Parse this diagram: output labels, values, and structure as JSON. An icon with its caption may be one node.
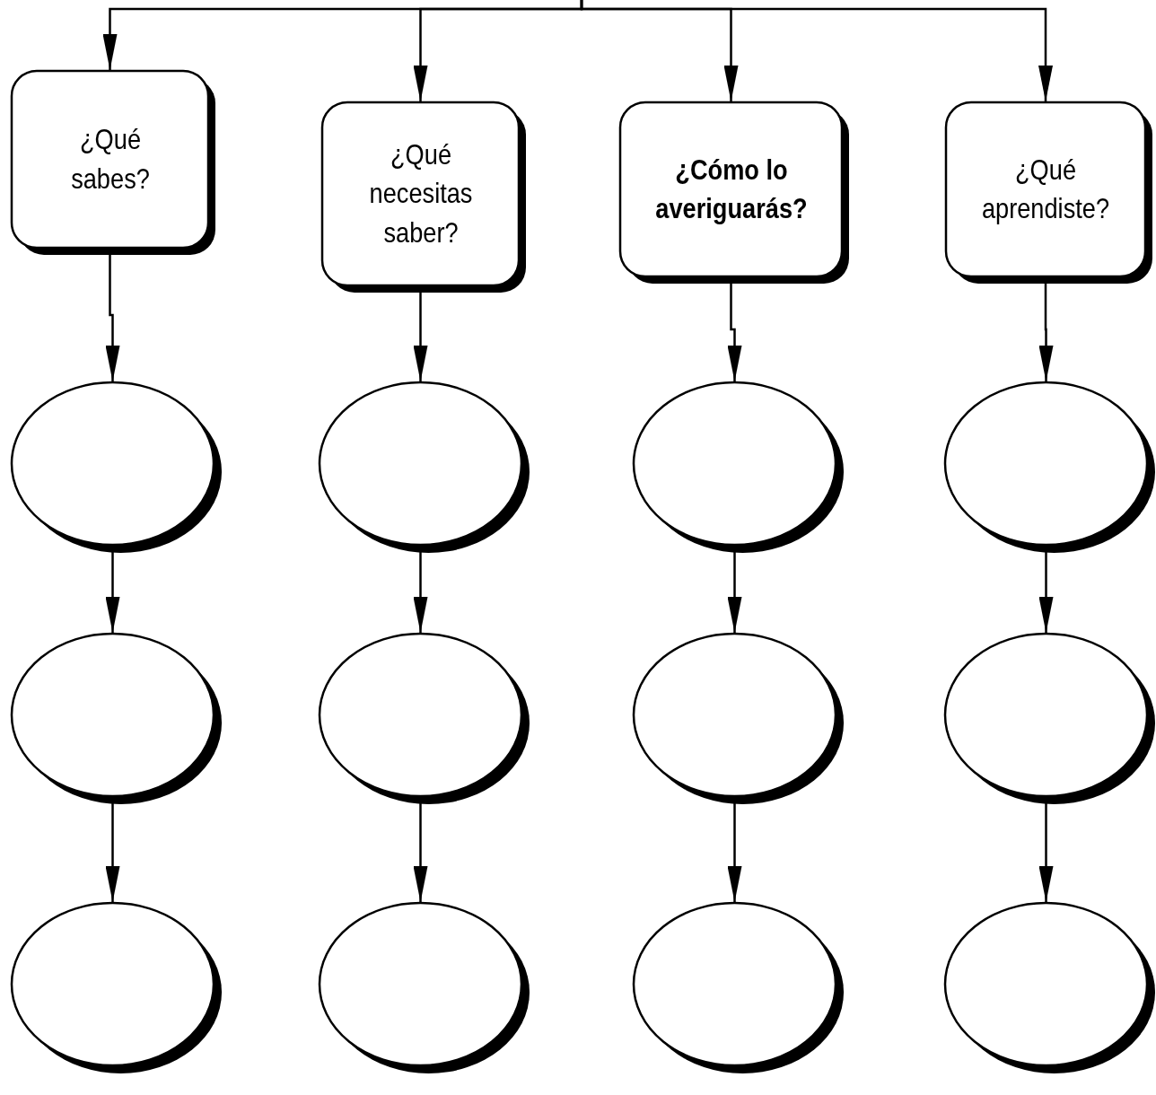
{
  "diagram": {
    "nodes": [
      {
        "text": [
          "¿Qué sabes?"
        ]
      },
      {
        "text": [
          "¿Qué necesitas saber?"
        ]
      },
      {
        "text": [
          "¿Cómo lo averiguarás?"
        ]
      },
      {
        "text": [
          "¿Qué aprendiste?"
        ]
      },
      {
        "text": [],
        "shape": "circle"
      },
      {
        "text": [],
        "shape": "circle"
      },
      {
        "text": [],
        "shape": "circle"
      },
      {
        "text": [],
        "shape": "circle"
      },
      {
        "text": [],
        "shape": "circle"
      },
      {
        "text": [],
        "shape": "circle"
      },
      {
        "text": [],
        "shape": "circle"
      },
      {
        "text": [],
        "shape": "circle"
      },
      {
        "text": [],
        "shape": "circle"
      },
      {
        "text": [],
        "shape": "circle"
      },
      {
        "text": [],
        "shape": "circle"
      },
      {
        "text": [],
        "shape": "circle"
      }
    ],
    "edges": [
      {
        "from": null,
        "to": 0,
        "arrow": "to"
      },
      {
        "from": null,
        "to": 1,
        "arrow": "to"
      },
      {
        "from": null,
        "to": 2,
        "arrow": "to"
      },
      {
        "from": null,
        "to": 3,
        "arrow": "to"
      },
      {
        "from": 0,
        "to": 4,
        "arrow": "to"
      },
      {
        "from": 4,
        "to": 8,
        "arrow": "to"
      },
      {
        "from": 8,
        "to": 12,
        "arrow": "to"
      },
      {
        "from": 1,
        "to": 5,
        "arrow": "to"
      },
      {
        "from": 5,
        "to": 9,
        "arrow": "to"
      },
      {
        "from": 9,
        "to": 13,
        "arrow": "to"
      },
      {
        "from": 2,
        "to": 6,
        "arrow": "to"
      },
      {
        "from": 6,
        "to": 10,
        "arrow": "to"
      },
      {
        "from": 10,
        "to": 14,
        "arrow": "to"
      },
      {
        "from": 3,
        "to": 7,
        "arrow": "to"
      },
      {
        "from": 7,
        "to": 11,
        "arrow": "to"
      },
      {
        "from": 11,
        "to": 15,
        "arrow": "to"
      }
    ]
  }
}
